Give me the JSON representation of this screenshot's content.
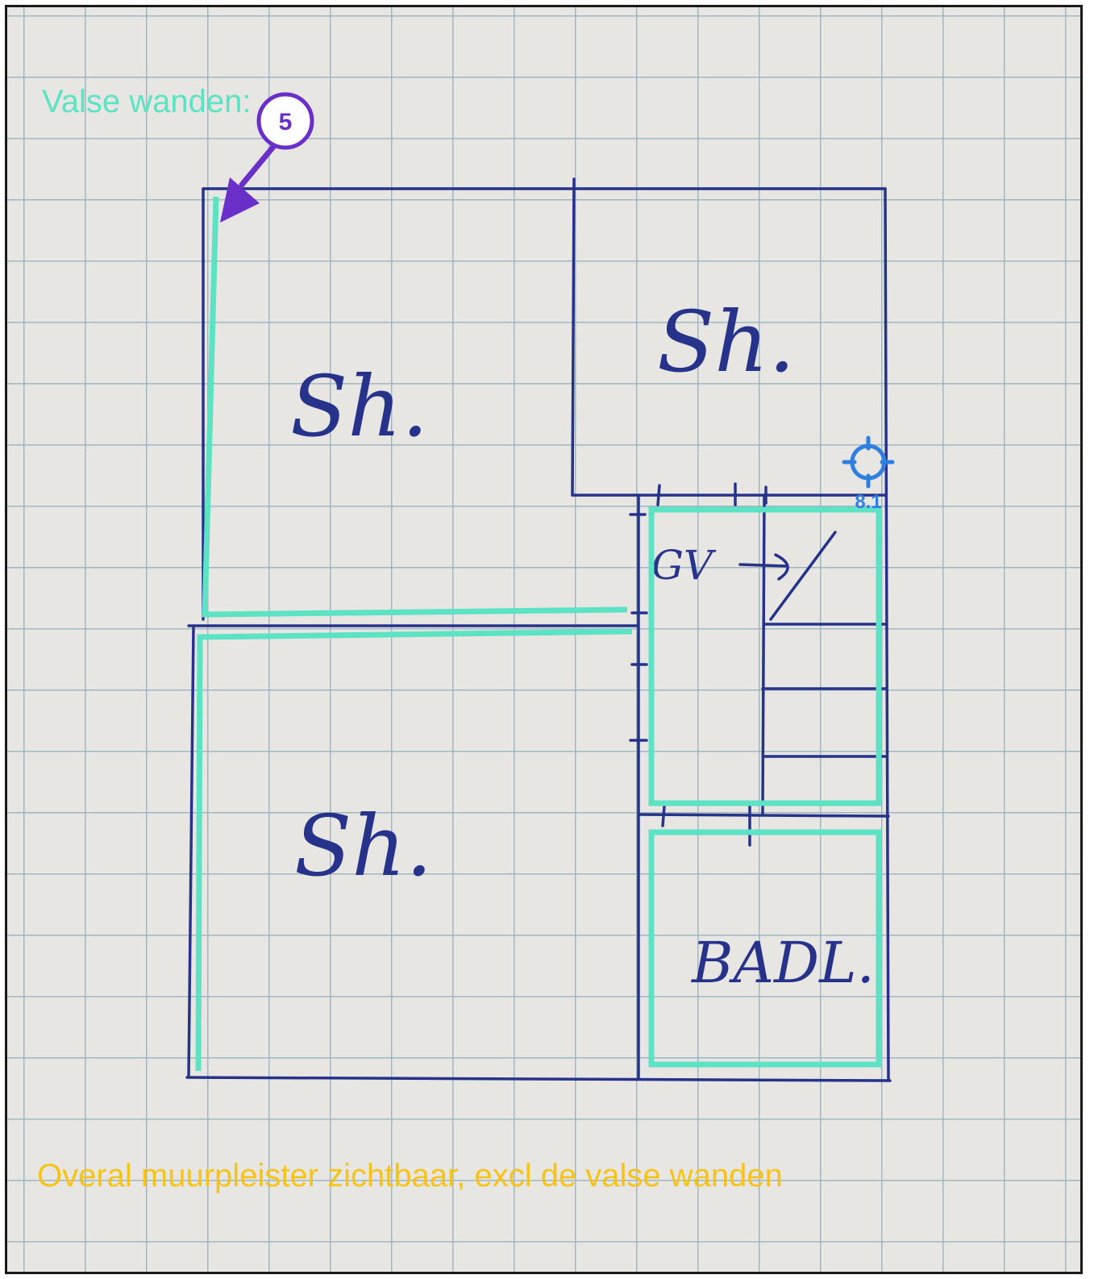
{
  "title": "Valse wanden:",
  "note": "Overal muurpleister zichtbaar, excl de valse wanden",
  "callout": {
    "label": "5",
    "color": "#6a2fc9"
  },
  "target_marker": {
    "label": "8.1",
    "color": "#2f7fe0"
  },
  "rooms": {
    "top_left": "Sh.",
    "top_right": "Sh.",
    "bottom_left": "Sh.",
    "hallway": "GV",
    "bathroom": "BADL."
  },
  "colors": {
    "ink": "#27328a",
    "highlight": "#5be3c4",
    "note": "#f5c416",
    "grid": "#9fb7c1",
    "paper": "#e7e6e3"
  }
}
